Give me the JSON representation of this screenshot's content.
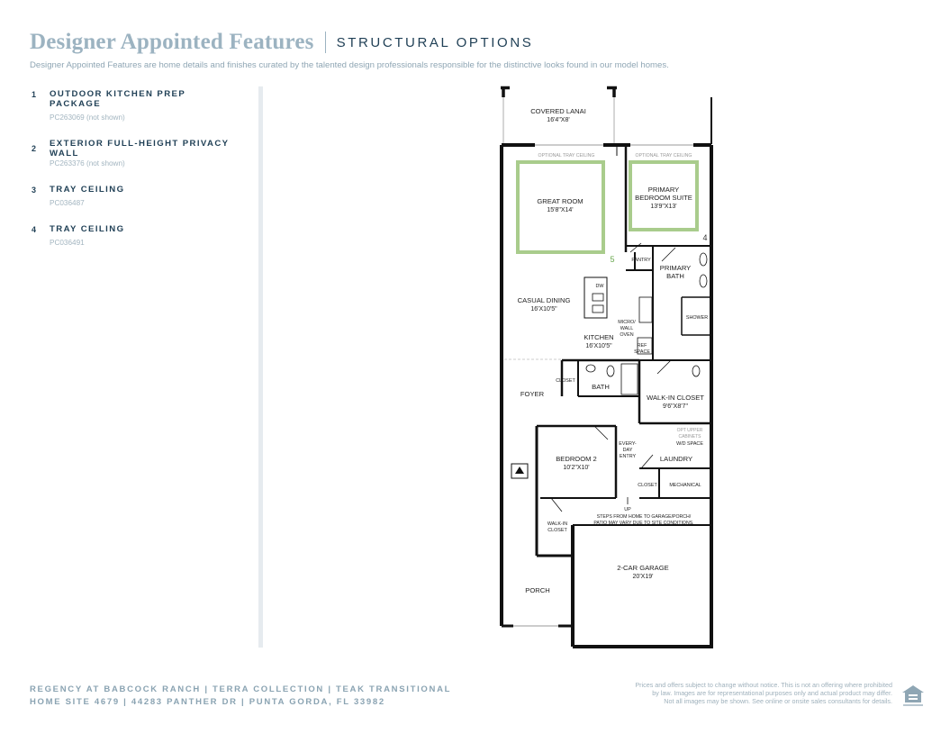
{
  "header": {
    "title": "Designer Appointed Features",
    "subtitle_title": "STRUCTURAL OPTIONS",
    "description": "Designer Appointed Features are home details and finishes curated by the talented design professionals responsible for the distinctive looks found in our model homes."
  },
  "options": [
    {
      "number": "1",
      "title": "OUTDOOR KITCHEN PREP PACKAGE",
      "code": "PC263069 (not shown)"
    },
    {
      "number": "2",
      "title": "EXTERIOR FULL-HEIGHT PRIVACY WALL",
      "code": "PC263376 (not shown)"
    },
    {
      "number": "3",
      "title": "TRAY CEILING",
      "code": "PC036487"
    },
    {
      "number": "4",
      "title": "TRAY CEILING",
      "code": "PC036491"
    }
  ],
  "plan": {
    "rooms": {
      "lanai_name": "COVERED LANAI",
      "lanai_dim": "16'4\"X8'",
      "tray_note": "OPTIONAL TRAY CEILING",
      "great_name": "GREAT ROOM",
      "great_dim": "15'8\"X14'",
      "primary_l1": "PRIMARY",
      "primary_l2": "BEDROOM SUITE",
      "primary_dim": "13'9\"X13'",
      "pantry": "PANTRY",
      "pbath_l1": "PRIMARY",
      "pbath_l2": "BATH",
      "shower": "SHOWER",
      "dining_name": "CASUAL DINING",
      "dining_dim": "16'X10'5\"",
      "dw": "DW",
      "micro_l1": "MICRO/",
      "micro_l2": "WALL",
      "micro_l3": "OVEN",
      "kitchen_name": "KITCHEN",
      "kitchen_dim": "16'X10'5\"",
      "ref_l1": "REF",
      "ref_l2": "SPACE",
      "closet": "CLOSET",
      "bath": "BATH",
      "foyer": "FOYER",
      "wic_name": "WALK-IN CLOSET",
      "wic_dim": "9'6\"X8'7\"",
      "cab_l1": "OPT UPPER",
      "cab_l2": "CABINETS",
      "wd": "W/D SPACE",
      "bed2_name": "BEDROOM 2",
      "bed2_dim": "10'2\"X10'",
      "entry_l1": "EVERY-",
      "entry_l2": "DAY",
      "entry_l3": "ENTRY",
      "laundry": "LAUNDRY",
      "closet2": "CLOSET",
      "mechanical": "MECHANICAL",
      "up": "UP",
      "steps_l1": "STEPS FROM HOME TO GARAGE/PORCH/",
      "steps_l2": "PATIO MAY VARY DUE TO SITE CONDITIONS.",
      "wic2_l1": "WALK-IN",
      "wic2_l2": "CLOSET",
      "garage_name": "2-CAR GARAGE",
      "garage_dim": "20'X19'",
      "porch": "PORCH"
    },
    "markers": {
      "m5": "5",
      "m4": "4"
    },
    "tray_color": "#a9cc8c",
    "marker5_color": "#6aa84f",
    "marker4_color": "#333333"
  },
  "footer": {
    "line1": "REGENCY AT BABCOCK RANCH  |  TERRA COLLECTION  |  TEAK TRANSITIONAL",
    "line2": "HOME SITE 4679  |  44283 PANTHER DR  |  PUNTA GORDA, FL 33982",
    "disclaimer1": "Prices and offers subject to change without notice. This is not an offering where prohibited",
    "disclaimer2": "by law. Images are for representational purposes only and actual product may differ.",
    "disclaimer3": "Not all images may be shown. See online or onsite sales consultants for details."
  }
}
